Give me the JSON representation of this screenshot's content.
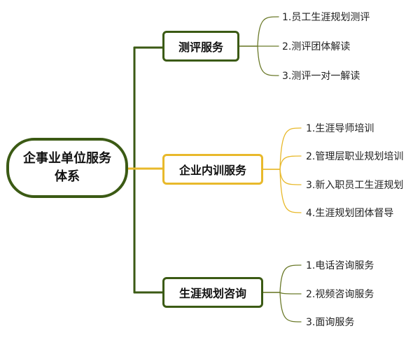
{
  "colors": {
    "primary": "#3b5a14",
    "highlight": "#e8b92b",
    "leaf_connector": "#6b7a2a",
    "leaf_connector_highlight": "#e8b92b"
  },
  "root": {
    "label": "企事业单位服务体系"
  },
  "branches": [
    {
      "label": "测评服务",
      "highlight": false,
      "leaves": [
        "1.员工生涯规划测评",
        "2.测评团体解读",
        "3.测评一对一解读"
      ]
    },
    {
      "label": "企业内训服务",
      "highlight": true,
      "leaves": [
        "1.生涯导师培训",
        "2.管理层职业规划培训",
        "3.新入职员工生涯规划",
        "4.生涯规划团体督导"
      ]
    },
    {
      "label": "生涯规划咨询",
      "highlight": false,
      "leaves": [
        "1.电话咨询服务",
        "2.视频咨询服务",
        "3.面询服务"
      ]
    }
  ]
}
